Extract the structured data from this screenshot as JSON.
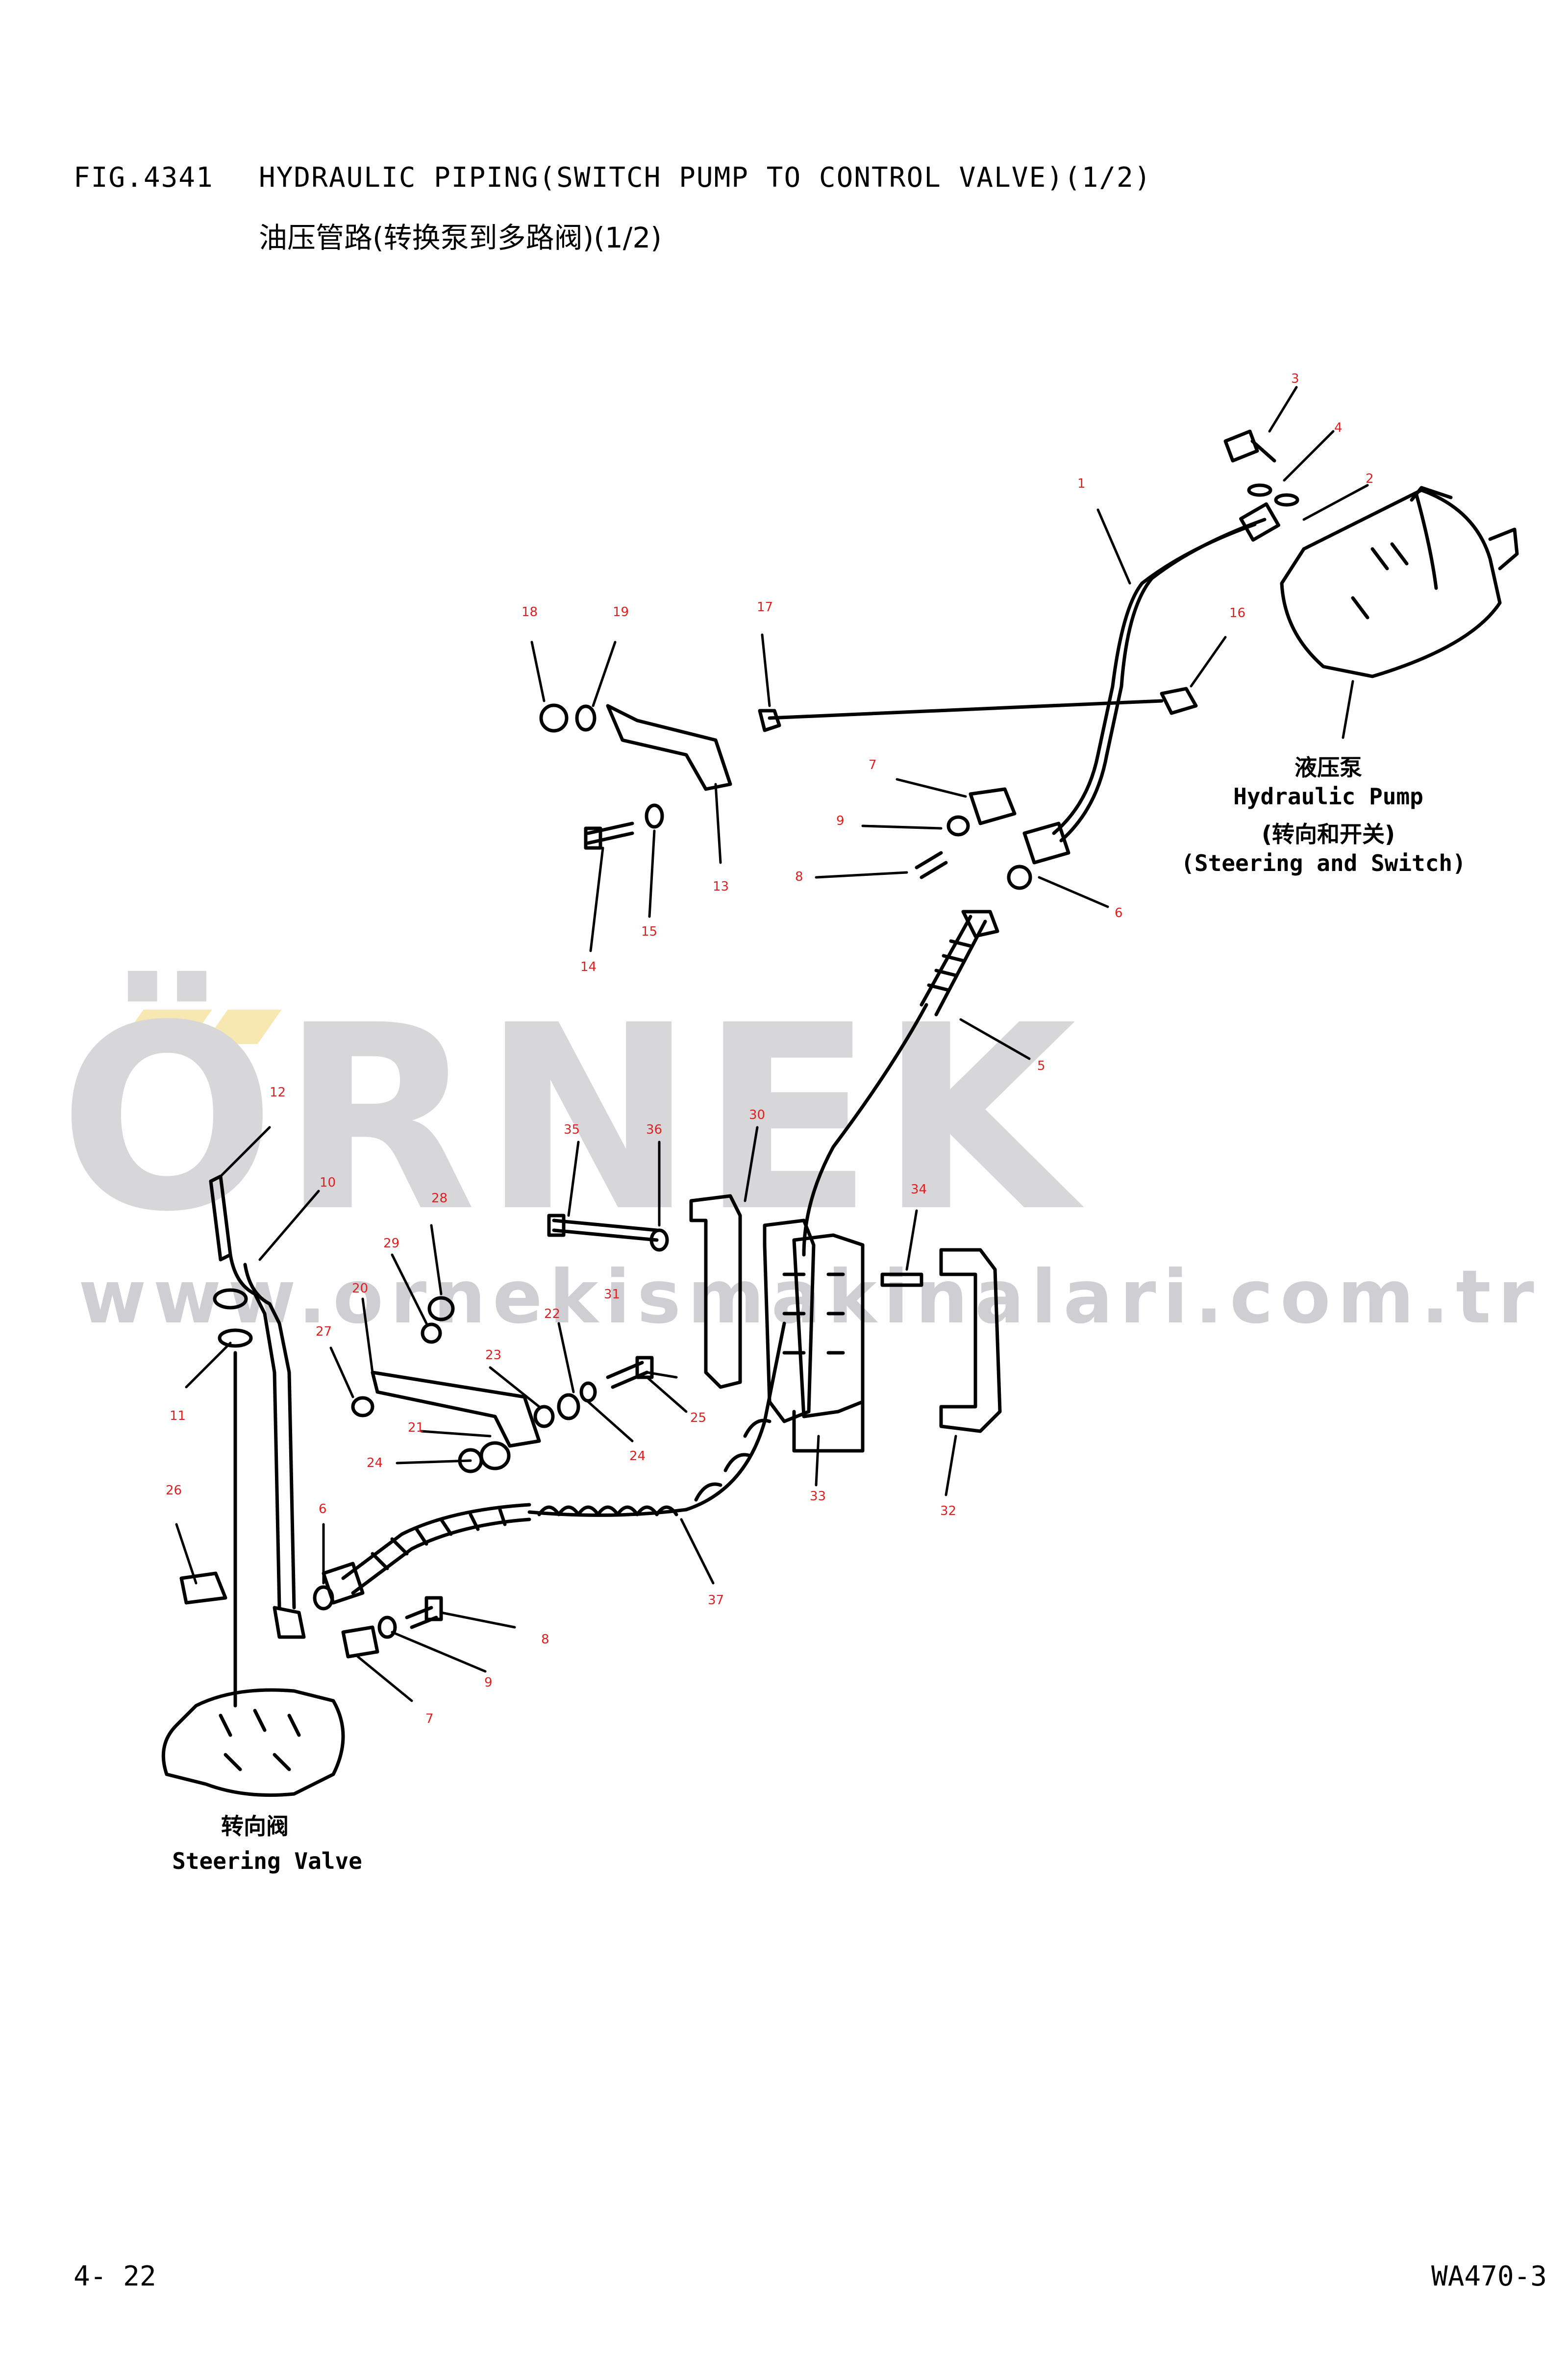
{
  "header": {
    "fig": "FIG.4341",
    "title": "HYDRAULIC PIPING(SWITCH PUMP TO CONTROL VALVE)(1/2)",
    "title_cn": "油压管路(转换泵到多路阀)(1/2)"
  },
  "watermark": {
    "brand": "ÖRNEK",
    "url": "www.ornekismakinalari.com.tr"
  },
  "pump_label": {
    "cn": "液压泵",
    "en": "Hydraulic Pump",
    "sub_cn": "(转向和开关)",
    "sub_en": "(Steering and Switch)"
  },
  "valve_label": {
    "cn": "转向阀",
    "en": "Steering Valve"
  },
  "callouts": [
    "3",
    "4",
    "2",
    "1",
    "16",
    "18",
    "19",
    "17",
    "7",
    "9",
    "8",
    "6",
    "13",
    "14",
    "15",
    "5",
    "12",
    "10",
    "35",
    "36",
    "30",
    "34",
    "28",
    "29",
    "31",
    "20",
    "22",
    "23",
    "27",
    "25",
    "21",
    "24",
    "24",
    "11",
    "26",
    "6",
    "8",
    "9",
    "7",
    "33",
    "32",
    "37"
  ],
  "footer": {
    "page": "4- 22",
    "model": "WA470-3"
  },
  "colors": {
    "callout": "#e02020",
    "watermark": "#d7d7d9",
    "watermark_accent": "#f5e6b0"
  }
}
